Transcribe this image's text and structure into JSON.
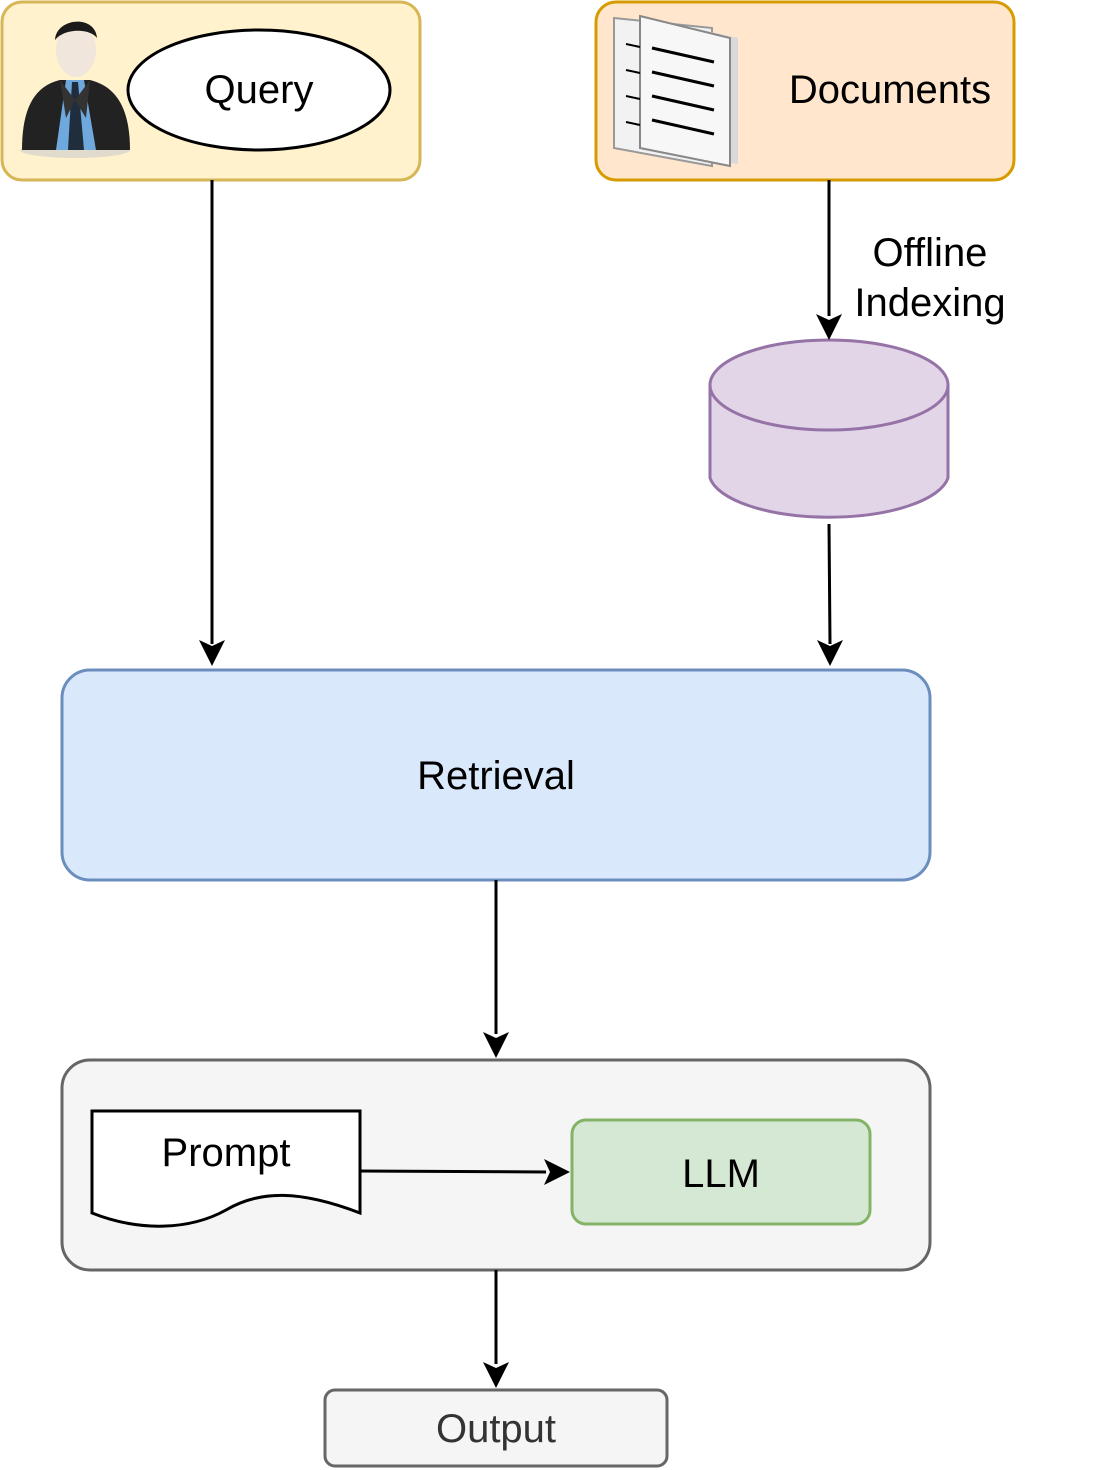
{
  "nodes": {
    "query": "Query",
    "documents": "Documents",
    "edge_label": "Offline\nIndexing",
    "retrieval": "Retrieval",
    "prompt": "Prompt",
    "llm": "LLM",
    "output": "Output"
  },
  "colors": {
    "query_fill": "#fff2cc",
    "query_stroke": "#d6b656",
    "documents_fill": "#ffe6cc",
    "documents_stroke": "#d79b00",
    "database_fill": "#e1d5e7",
    "database_stroke": "#9673a6",
    "retrieval_fill": "#dae8fc",
    "retrieval_stroke": "#6c8ebf",
    "container_fill": "#f5f5f5",
    "container_stroke": "#666666",
    "llm_fill": "#d5e8d4",
    "llm_stroke": "#82b366",
    "arrow": "#000000"
  },
  "icons": [
    "user-icon",
    "documents-icon",
    "database-icon",
    "document-shape-icon"
  ]
}
